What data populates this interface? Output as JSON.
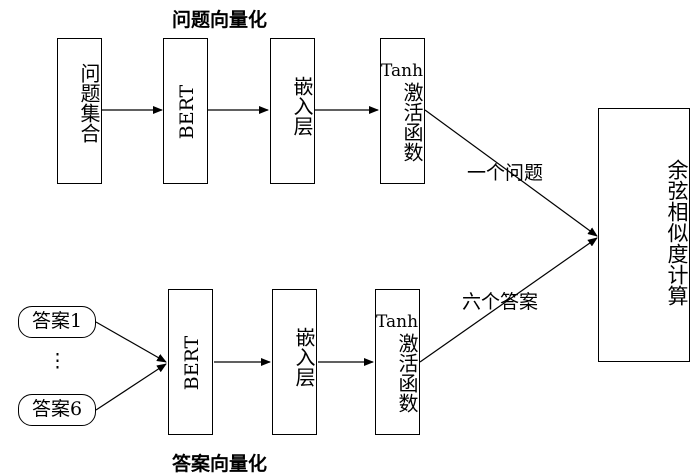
{
  "titles": {
    "top": "问题向量化",
    "bottom": "答案向量化"
  },
  "question": {
    "input": "问题集合",
    "bert": "BERT",
    "embed": "嵌入层",
    "tanh_label": "Tanh",
    "tanh_text": "激活函数"
  },
  "answer": {
    "input1": "答案1",
    "ellipsis": "⋮",
    "input6": "答案6",
    "bert": "BERT",
    "embed": "嵌入层",
    "tanh_label": "Tanh",
    "tanh_text": "激活函数"
  },
  "edges": {
    "question": "一个问题",
    "answers": "六个答案"
  },
  "output": "余弦相似度计算"
}
